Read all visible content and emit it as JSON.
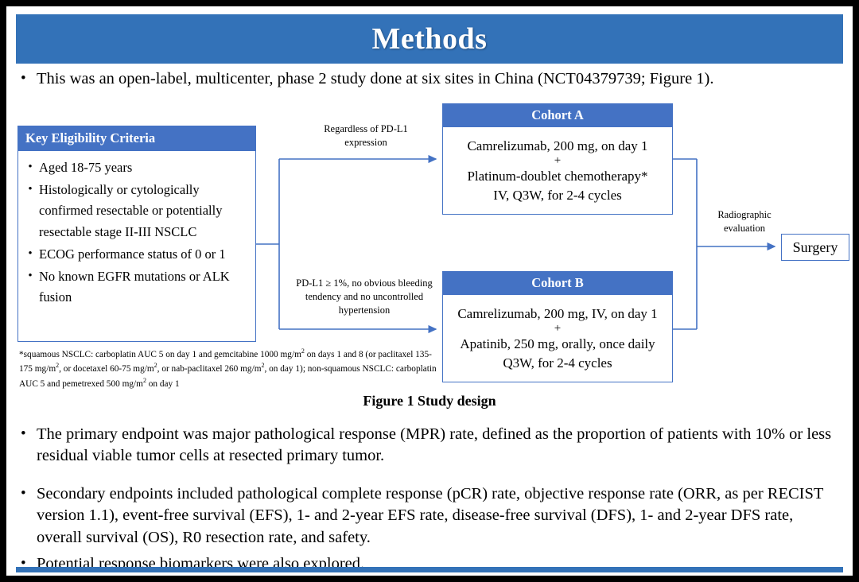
{
  "slide": {
    "title": "Methods",
    "accent_color": "#3372b8",
    "box_header_color": "#4472c4",
    "connector_color": "#4472c4"
  },
  "bullets": {
    "intro": "This was an open-label, multicenter, phase 2 study done at six sites in China (NCT04379739; Figure 1).",
    "primary": "The primary endpoint was major pathological response (MPR) rate, defined as the proportion of patients with 10% or less residual viable tumor cells at resected primary tumor.",
    "secondary": "Secondary endpoints included pathological complete response (pCR) rate, objective response rate (ORR, as per RECIST version 1.1), event-free survival (EFS), 1- and 2-year EFS rate, disease-free survival (DFS), 1- and 2-year DFS rate, overall survival (OS), R0 resection rate, and safety.",
    "biomarker": "Potential response biomarkers were also explored.",
    "marker": "•"
  },
  "figure": {
    "caption": "Figure 1 Study design",
    "eligibility": {
      "header": "Key  Eligibility Criteria",
      "items": [
        "Aged 18-75 years",
        "Histologically or cytologically confirmed resectable or potentially resectable stage II-III  NSCLC",
        "ECOG performance status of 0 or 1",
        "No known EGFR mutations or ALK fusion"
      ],
      "marker": "•"
    },
    "footnote": {
      "line1_a": "*squamous NSCLC: carboplatin AUC 5 on day 1 and gemcitabine 1000 mg/m",
      "line1_sup": "2",
      "line1_b": " on days 1 and 8 (or paclitaxel 135-175  mg/m",
      "line2_sup": "2",
      "line2_b": ", or docetaxel 60-75 mg/m",
      "line3_sup": "2",
      "line3_b": ", or nab-paclitaxel 260 mg/m",
      "line4_sup": "2",
      "line4_b": ", on day 1); non-squamous NSCLC: carboplatin AUC 5 and pemetrexed 500 mg/m",
      "line5_sup": "2",
      "line5_b": " on day 1"
    },
    "cohort_a": {
      "header": "Cohort A",
      "line1": "Camrelizumab, 200 mg, on day 1",
      "plus": "+",
      "line2": "Platinum-doublet chemotherapy*",
      "line3": "IV, Q3W, for 2-4 cycles"
    },
    "cohort_b": {
      "header": "Cohort B",
      "line1": "Camrelizumab, 200 mg, IV, on day 1",
      "plus": "+",
      "line2": "Apatinib, 250 mg, orally, once daily",
      "line3": "Q3W, for 2-4 cycles"
    },
    "labels": {
      "regardless": "Regardless  of PD-L1 expression",
      "pdl1": "PD-L1 ≥ 1%, no obvious bleeding tendency and no uncontrolled  hypertension",
      "radiographic": "Radiographic evaluation"
    },
    "surgery": "Surgery"
  }
}
